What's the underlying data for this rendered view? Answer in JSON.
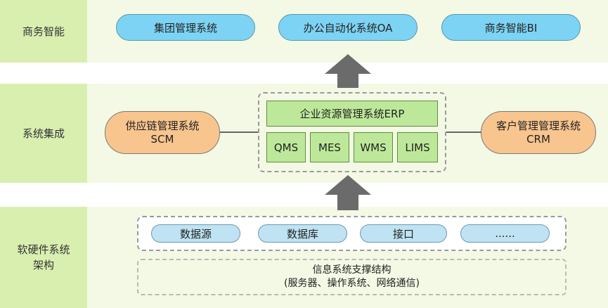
{
  "layers": {
    "bi": {
      "label": "商务智能"
    },
    "integration": {
      "label": "系统集成"
    },
    "infra": {
      "label_line1": "软硬件系统",
      "label_line2": "架构"
    }
  },
  "bi_systems": [
    "集团管理系统",
    "办公自动化系统OA",
    "商务智能BI"
  ],
  "scm": {
    "line1": "供应链管理系统",
    "line2": "SCM"
  },
  "crm": {
    "line1": "客户管理管理系统",
    "line2": "CRM"
  },
  "erp": {
    "title": "企业资源管理系统ERP",
    "modules": [
      "QMS",
      "MES",
      "WMS",
      "LIMS"
    ]
  },
  "data_items": [
    "数据源",
    "数据库",
    "接口",
    "......"
  ],
  "info_structure": {
    "line1": "信息系统支撑结构",
    "line2": "(服务器、操作系统、网络通信)"
  },
  "colors": {
    "band_bg": "#f3f9e4",
    "label_bg": "#d9efb0",
    "pill_blue": "#7dd3f3",
    "pill_light": "#bfe3f2",
    "pill_orange": "#f8c58e",
    "module_green": "#bde89a",
    "arrow_gray": "#6b6b6b"
  }
}
